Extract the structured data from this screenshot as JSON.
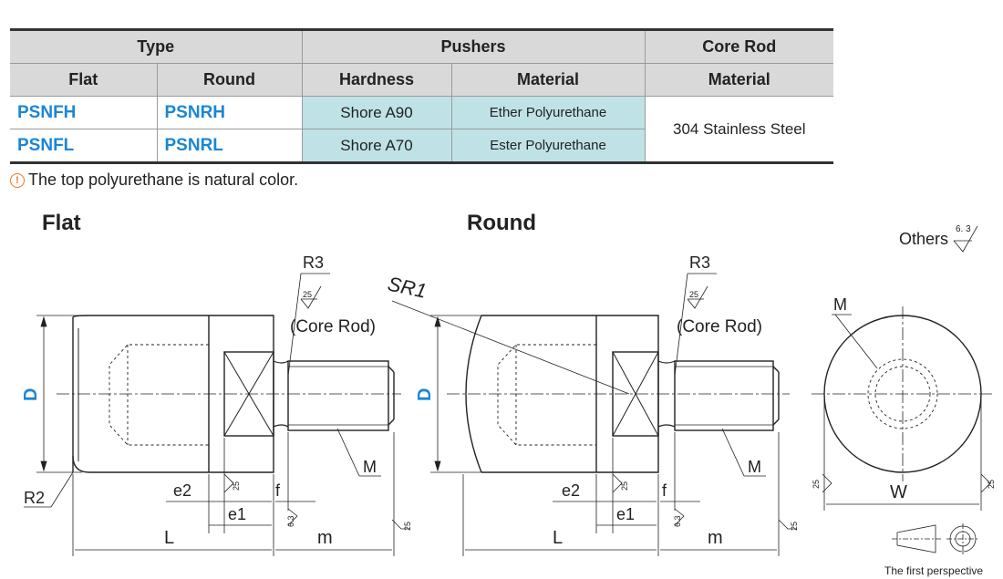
{
  "table": {
    "header1": {
      "type": "Type",
      "pushers": "Pushers",
      "core_rod": "Core Rod"
    },
    "header2": {
      "flat": "Flat",
      "round": "Round",
      "hardness": "Hardness",
      "material1": "Material",
      "material2": "Material"
    },
    "rows": [
      {
        "flat": "PSNFH",
        "round": "PSNRH",
        "hardness": "Shore A90",
        "material": "Ether Polyurethane"
      },
      {
        "flat": "PSNFL",
        "round": "PSNRL",
        "hardness": "Shore A70",
        "material": "Ester Polyurethane"
      }
    ],
    "core_material": "304 Stainless Steel"
  },
  "note": "The top polyurethane is natural color.",
  "drawings": {
    "flat_title": "Flat",
    "round_title": "Round",
    "others_label": "Others",
    "others_value": "6. 3",
    "labels": {
      "r3": "R3",
      "core_rod": "(Core Rod)",
      "sr1": "SR1",
      "d": "D",
      "m": "M",
      "r2": "R2",
      "e2": "e2",
      "e1": "e1",
      "f": "f",
      "l": "L",
      "m_len": "m",
      "w": "W",
      "rough25": "25",
      "rough63": "6.3"
    },
    "perspective": "The first perspective"
  },
  "colors": {
    "accent": "#1a86d6",
    "teal": "#bfe2e6",
    "header_bg": "#d9d9d9"
  }
}
